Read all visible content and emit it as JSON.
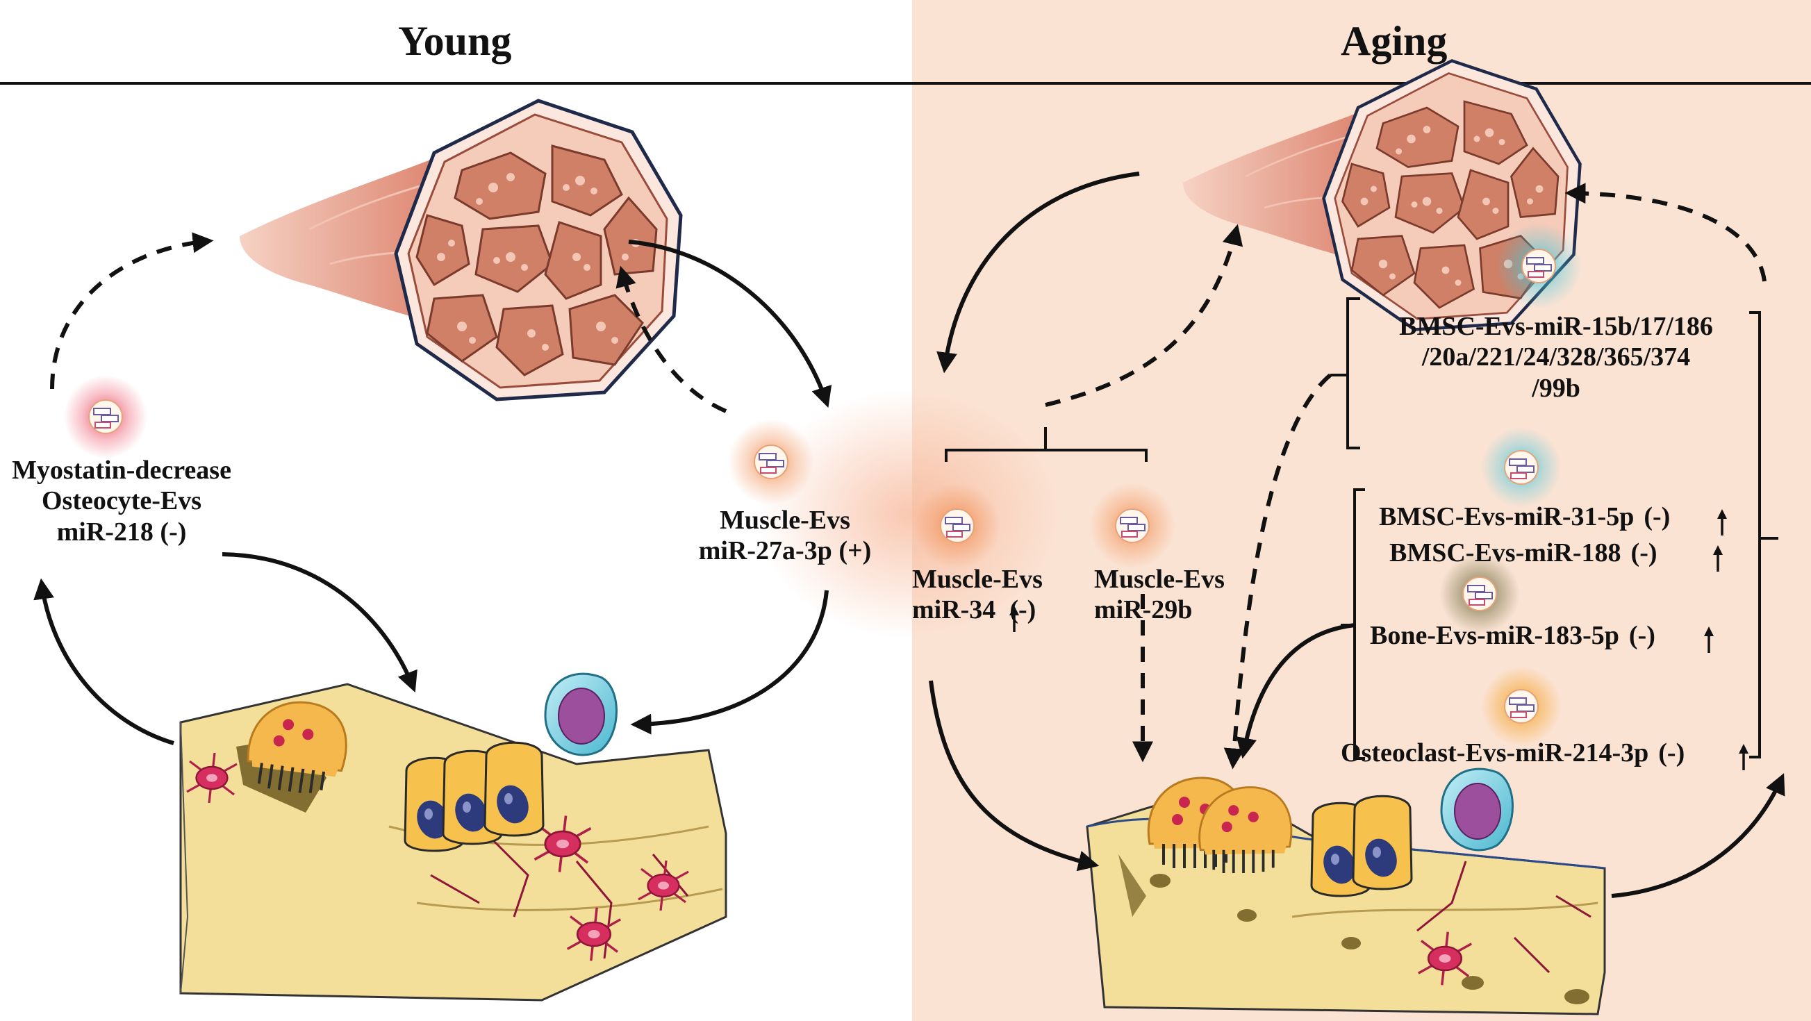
{
  "headers": {
    "young": "Young",
    "aging": "Aging"
  },
  "young": {
    "osteocyte_evs": {
      "line1": "Myostatin-decrease",
      "line2": "Osteocyte-Evs",
      "line3": "miR-218 (-)"
    },
    "muscle_evs": {
      "line1": "Muscle-Evs",
      "line2": "miR-27a-3p (+)"
    }
  },
  "aging": {
    "muscle_evs_34": {
      "line1": "Muscle-Evs",
      "line2": "miR-34",
      "line2_suffix": "(-)"
    },
    "muscle_evs_29b": {
      "line1": "Muscle-Evs",
      "line2": "miR-29b"
    },
    "bmsc_group": {
      "line1": "BMSC-Evs-miR-15b/17/186",
      "line2": "/20a/221/24/328/365/374",
      "line3": "/99b"
    },
    "bmsc_31": {
      "text": "BMSC-Evs-miR-31-5p",
      "effect": "(-)"
    },
    "bmsc_188": {
      "text": "BMSC-Evs-miR-188",
      "effect": "(-)"
    },
    "bone_183": {
      "text": "Bone-Evs-miR-183-5p",
      "effect": "(-)"
    },
    "osteoclast_214": {
      "text": "Osteoclast-Evs-miR-214-3p",
      "effect": "(-)"
    }
  },
  "colors": {
    "aging_background": "#fbe3d4",
    "bone": "#f3df99",
    "muscle": "#d9826a",
    "osteoblast": "#f6c24d",
    "nucleus": "#2d3a7c",
    "osteocyte": "#d62f5f",
    "monocyte": "#9c4f9c",
    "vesicle_red": "#e9435b",
    "vesicle_orange": "#f08a4b",
    "vesicle_cyan": "#46c6da"
  },
  "icons": [
    "muscle-bundle",
    "bone-tissue",
    "extracellular-vesicle",
    "osteoclast",
    "osteoblast",
    "osteocyte",
    "monocyte",
    "up-arrow"
  ]
}
